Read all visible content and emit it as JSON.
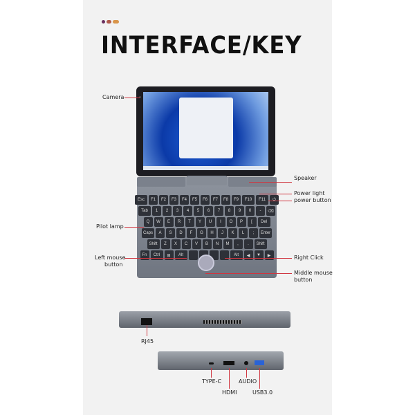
{
  "title": "INTERFACE/KEY",
  "accent_dots": [
    "#6a2f5e",
    "#b05a4a",
    "#d9954a"
  ],
  "line_color": "#d0353f",
  "labels": {
    "camera": "Camera",
    "speaker": "Speaker",
    "power_light": "Power light",
    "power_button": "power button",
    "pilot_lamp": "Pilot lamp",
    "left_mouse": [
      "Left mouse",
      "button"
    ],
    "right_click": "Right Click",
    "middle_mouse": [
      "Middle mouse",
      "button"
    ],
    "rj45": "RJ45",
    "type_c": "TYPE-C",
    "hdmi": "HDMI",
    "audio": "AUDIO",
    "usb": "USB3.0"
  },
  "keyboard_rows": [
    [
      "Esc",
      "F1",
      "F2",
      "F3",
      "F4",
      "F5",
      "F6",
      "F7",
      "F8",
      "F9",
      "F10",
      "F11",
      "⏻"
    ],
    [
      "Tab",
      "1",
      "2",
      "3",
      "4",
      "5",
      "6",
      "7",
      "8",
      "9",
      "0",
      "-",
      "⌫"
    ],
    [
      "Q",
      "W",
      "E",
      "R",
      "T",
      "Y",
      "U",
      "I",
      "O",
      "P",
      "[",
      "Del"
    ],
    [
      "Caps",
      "A",
      "S",
      "D",
      "F",
      "G",
      "H",
      "J",
      "K",
      "L",
      ";",
      "Enter"
    ],
    [
      "Shift",
      "Z",
      "X",
      "C",
      "V",
      "B",
      "N",
      "M",
      ",",
      ".",
      "Shift"
    ],
    [
      "Fn",
      "Ctrl",
      "⊞",
      "Alt",
      "",
      "",
      "",
      "",
      "Alt",
      "◀",
      "▼",
      "▶"
    ]
  ]
}
